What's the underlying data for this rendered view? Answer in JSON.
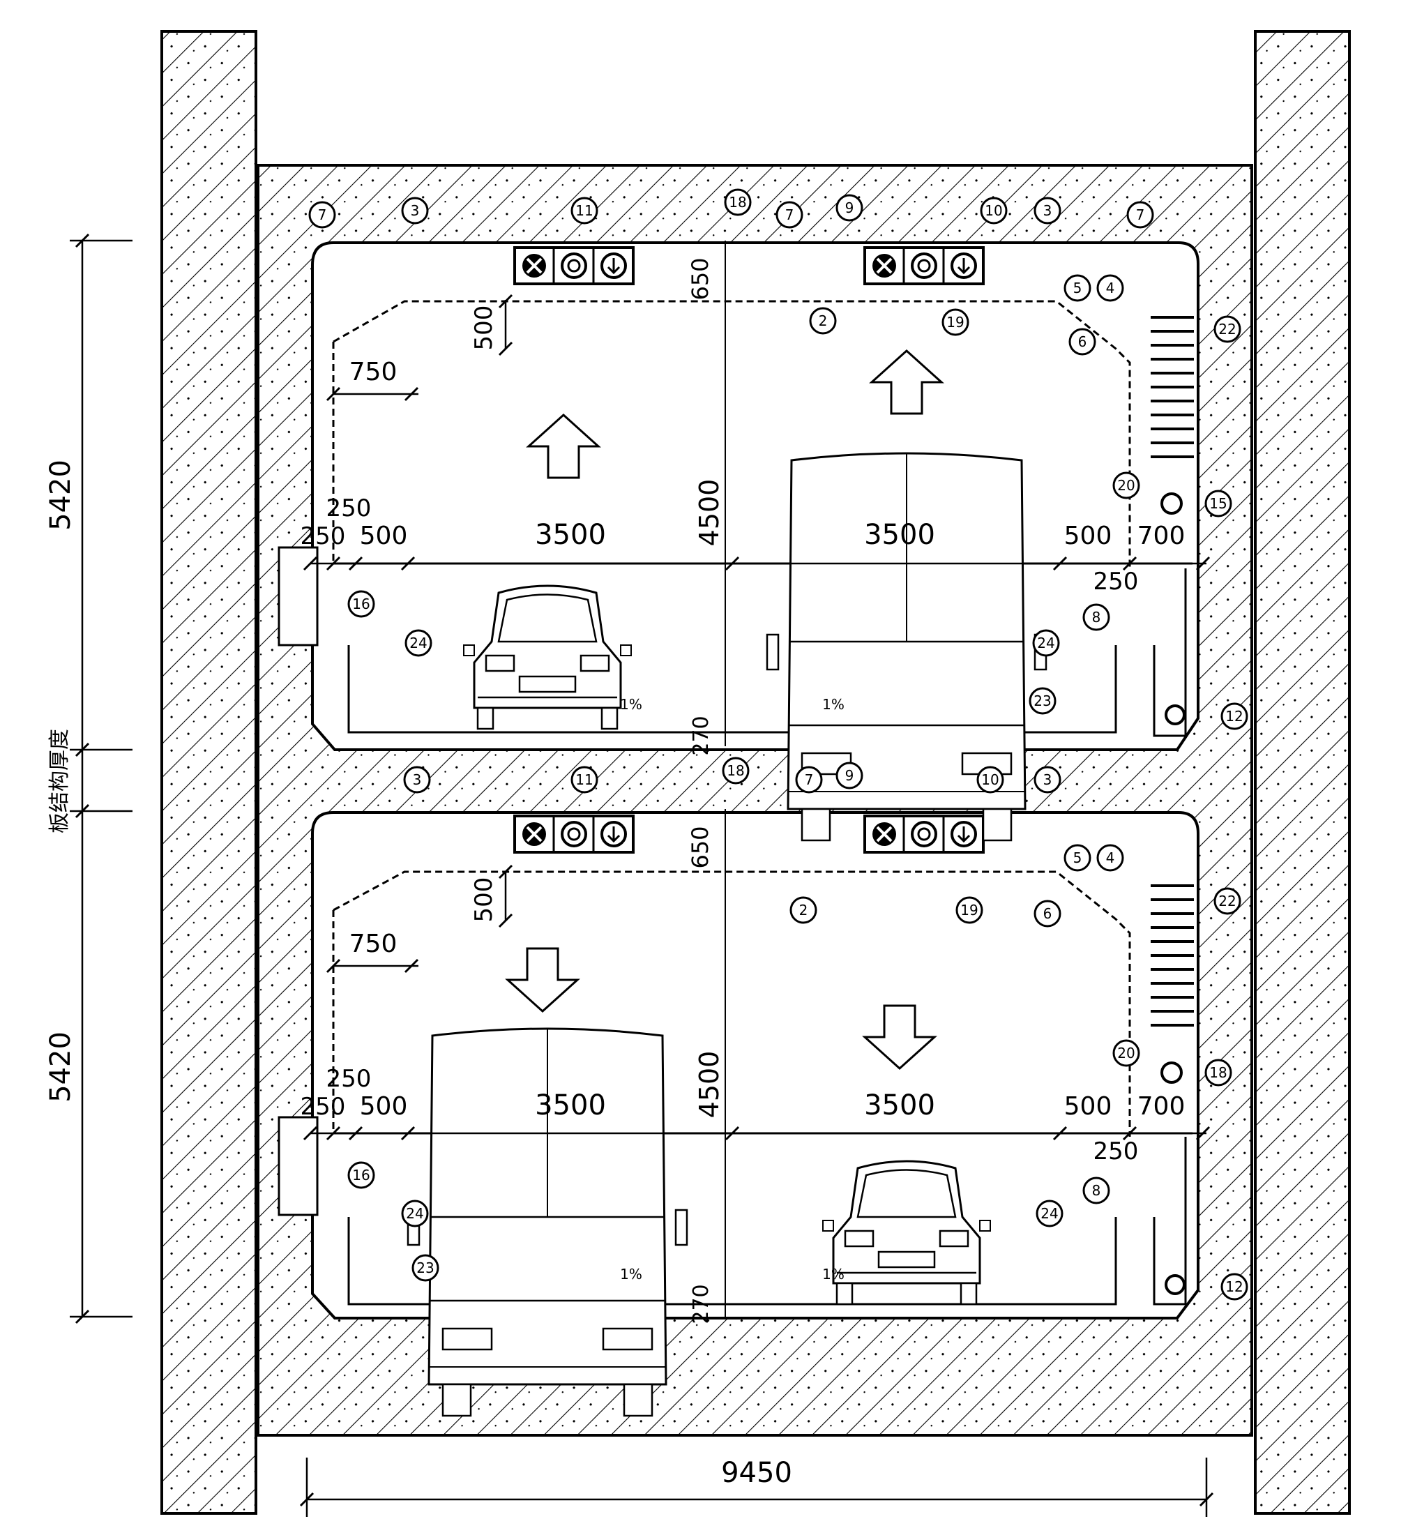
{
  "dimensions": {
    "tier_height": "5420",
    "slab_thickness": "板结构厚度",
    "total_width": "9450",
    "lane_width": "3500",
    "clear_height": "4500",
    "offset_750": "750",
    "offset_500_top": "500",
    "offset_650": "650",
    "side_250": "250",
    "side_500": "500",
    "side_700": "700",
    "floor_270": "270",
    "slope": "1%"
  },
  "callouts": [
    "2",
    "3",
    "4",
    "5",
    "6",
    "7",
    "8",
    "9",
    "10",
    "11",
    "12",
    "15",
    "16",
    "18",
    "19",
    "20",
    "22",
    "23",
    "24"
  ],
  "colors": {
    "line": "#000000",
    "background": "#ffffff"
  }
}
